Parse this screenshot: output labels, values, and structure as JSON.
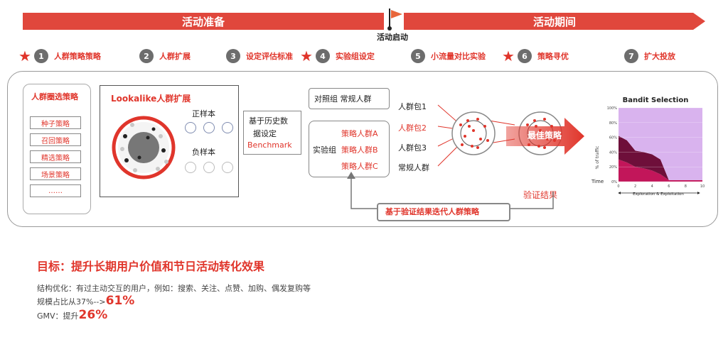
{
  "banners": {
    "prep": "活动准备",
    "during": "活动期间",
    "launch": "活动启动"
  },
  "steps": [
    {
      "num": "1",
      "label": "人群策略策略",
      "star": true
    },
    {
      "num": "2",
      "label": "人群扩展",
      "star": false
    },
    {
      "num": "3",
      "label": "设定评估标准",
      "star": false
    },
    {
      "num": "4",
      "label": "实验组设定",
      "star": true
    },
    {
      "num": "5",
      "label": "小流量对比实验",
      "star": false
    },
    {
      "num": "6",
      "label": "策略寻优",
      "star": true
    },
    {
      "num": "7",
      "label": "扩大投放",
      "star": false
    }
  ],
  "selection": {
    "title": "人群圈选策略",
    "items": [
      "种子策略",
      "召回策略",
      "精选策略",
      "场景策略",
      "……"
    ]
  },
  "lookalike": {
    "title": "Lookalike人群扩展",
    "positive": "正样本",
    "negative": "负样本"
  },
  "benchmark": {
    "line1": "基于历史数",
    "line2": "据设定",
    "line3": "Benchmark"
  },
  "control": {
    "label": "对照组 常规人群"
  },
  "experiment": {
    "label": "实验组",
    "groups": [
      "策略人群A",
      "策略人群B",
      "策略人群C"
    ]
  },
  "packages": [
    "人群包1",
    "人群包2",
    "人群包3",
    "常规人群"
  ],
  "best_strategy": "最佳策略",
  "verify": "验证结果",
  "iterate": "基于验证结果迭代人群策略",
  "chart_data": {
    "type": "area",
    "title": "Bandit Selection",
    "xlabel": "Time",
    "ylabel": "% of traffic",
    "axis_note": "Exploration & Exploitation",
    "y_ticks": [
      "0%",
      "20%",
      "40%",
      "60%",
      "80%",
      "100%"
    ],
    "x_ticks": [
      "0",
      "2",
      "4",
      "6",
      "8",
      "10"
    ],
    "x": [
      0,
      1,
      2,
      3,
      4,
      5,
      6,
      7,
      8,
      9,
      10
    ],
    "series": [
      {
        "color": "#c2165a",
        "values": [
          30,
          26,
          20,
          18,
          15,
          10,
          2,
          2,
          2,
          2,
          2
        ]
      },
      {
        "color": "#6e0f3a",
        "values": [
          32,
          30,
          22,
          22,
          22,
          20,
          0,
          0,
          0,
          0,
          0
        ]
      },
      {
        "color": "#d9b3ee",
        "values": [
          38,
          44,
          58,
          60,
          63,
          70,
          98,
          98,
          98,
          98,
          98
        ]
      }
    ],
    "ylim": [
      0,
      100
    ],
    "xlim": [
      0,
      10
    ]
  },
  "goal": {
    "title": "目标：提升长期用户价值和节日活动转化效果",
    "line1": "结构优化：有过主动交互的用户，例如：搜索、关注、点赞、加购、偶发复购等",
    "line2_prefix": "规模占比从37%-->",
    "line2_value": "61%",
    "line3_prefix": "GMV：提升",
    "line3_value": "26%"
  }
}
